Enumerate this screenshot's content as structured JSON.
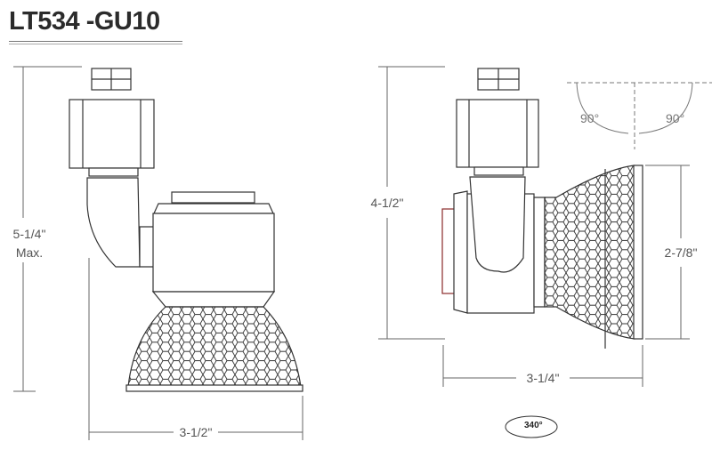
{
  "title": "LT534 -GU10",
  "side_view": {
    "height_label": "5-1/4\"",
    "height_note": "Max.",
    "width_label": "3-1/2\""
  },
  "front_view": {
    "height_label": "4-1/2\"",
    "width_label": "3-1/4\"",
    "reflector_label": "2-7/8\""
  },
  "tilt": {
    "left_angle": "90°",
    "right_angle": "90°"
  },
  "rotation": {
    "label": "340°"
  },
  "colors": {
    "line": "#333333",
    "dim": "#666666",
    "text": "#555555"
  }
}
